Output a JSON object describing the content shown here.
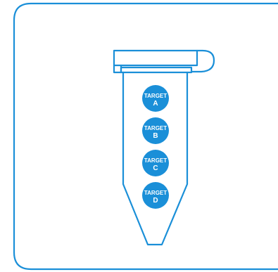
{
  "colors": {
    "stroke": "#1a8fd8",
    "fill": "#1a8fd8",
    "text": "#ffffff",
    "background": "#ffffff"
  },
  "icons": {
    "card": "rounded-card-outline",
    "tube": "microcentrifuge-tube-icon"
  },
  "targets": [
    {
      "top": "TARGET",
      "bottom": "A"
    },
    {
      "top": "TARGET",
      "bottom": "B"
    },
    {
      "top": "TARGET",
      "bottom": "C"
    },
    {
      "top": "TARGET",
      "bottom": "D"
    }
  ]
}
